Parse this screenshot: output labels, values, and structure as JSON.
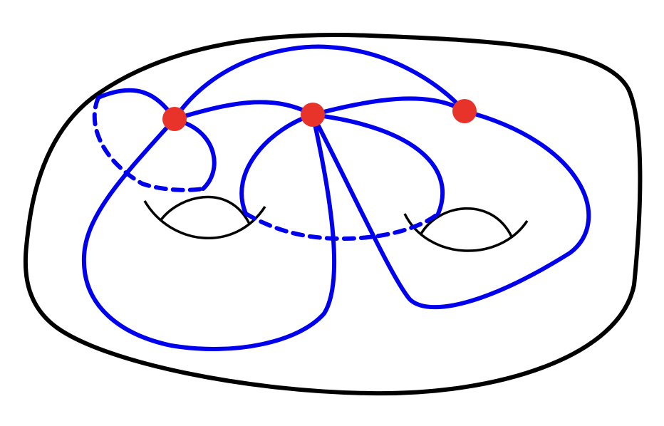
{
  "diagram": {
    "description_type": "graph embedded on genus-2 surface",
    "vertex_count": 3,
    "edge_count": 7,
    "colors": {
      "surface": "#000000",
      "edge": "#0000ee",
      "vertex": "#e8332a",
      "background": "#ffffff"
    }
  }
}
